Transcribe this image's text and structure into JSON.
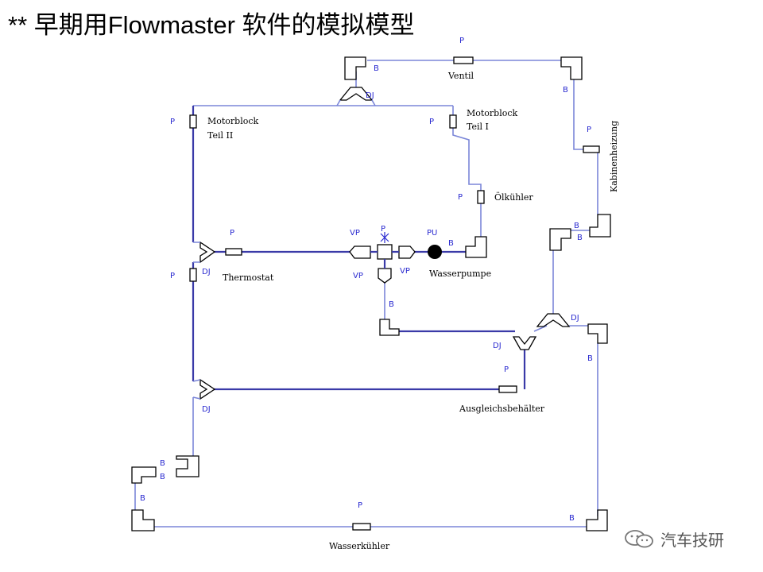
{
  "title": "** 早期用Flowmaster  软件的模拟模型",
  "labels": {
    "ventil": "Ventil",
    "motorblock_2_l1": "Motorblock",
    "motorblock_2_l2": "Teil II",
    "motorblock_1_l1": "Motorblock",
    "motorblock_1_l2": "Teil I",
    "oelkuehler": "Ölkühler",
    "thermostat": "Thermostat",
    "wasserpumpe": "Wasserpumpe",
    "ausgleich": "Ausgleichsbehälter",
    "wasserkuehler": "Wasserkühler",
    "heizung": "Kabinenheizung"
  },
  "codes": {
    "p": "P",
    "b": "B",
    "dj": "DJ",
    "vp": "VP",
    "pu": "PU"
  },
  "watermark": {
    "text": "汽车技研",
    "icon": "wechat-icon"
  },
  "colors": {
    "pipe": "#7b86d8",
    "pipe_dark": "#3a3aa8",
    "code_text": "#2a2ad0"
  }
}
